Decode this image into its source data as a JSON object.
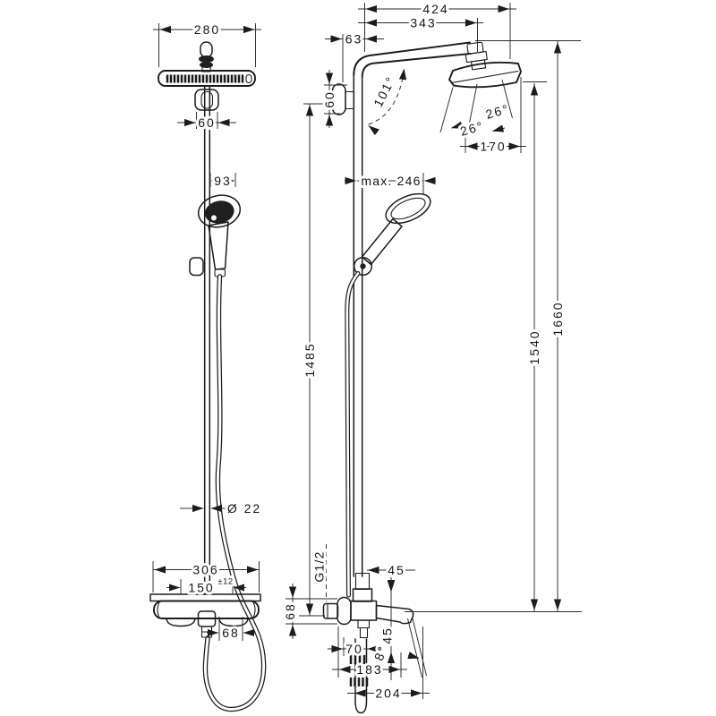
{
  "front_view": {
    "head_width": "280",
    "bracket_width": "60",
    "handshower_width": "93",
    "hose_diameter": "Ø 22",
    "valve_width": "306",
    "connection_distance": "150",
    "connection_tolerance": "±12",
    "outlet_width": "68"
  },
  "side_view": {
    "arm_reach_outer": "424",
    "arm_reach_pivot": "343",
    "wall_offset": "63",
    "bracket_height": "60",
    "arm_angle": "101°",
    "spray_angle_left": "26°",
    "spray_angle_right": "26°",
    "spray_width": "170",
    "handshower_reach": "max. 246",
    "bracket_height_dim": "1485",
    "head_face_height": "1540",
    "total_height": "1660",
    "thread_size": "G1/2",
    "pipe_offset": "45",
    "valve_height": "68",
    "spout_offset": "70",
    "spout_angle": "8°",
    "spout_drop": "45",
    "spout_reach": "183",
    "total_depth": "204"
  }
}
